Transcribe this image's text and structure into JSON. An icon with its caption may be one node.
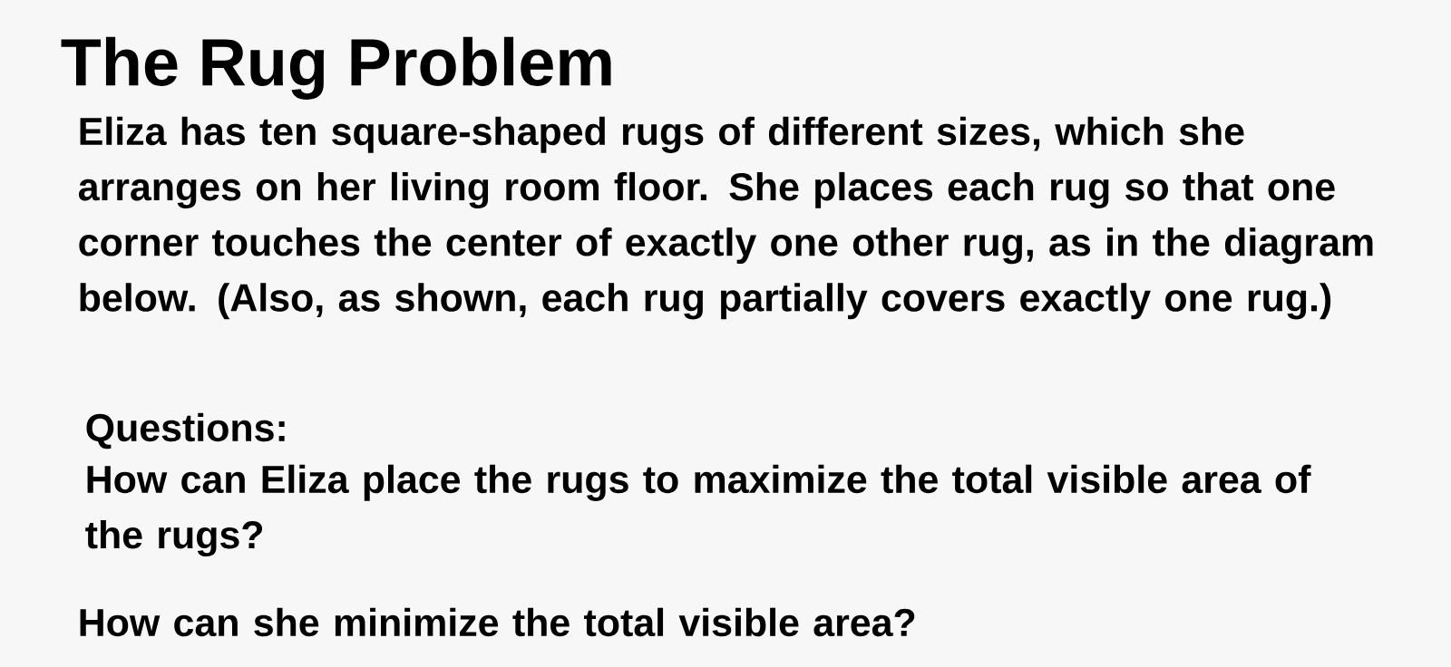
{
  "diagram": {
    "title": "The Rug Problem",
    "labels": [
      "Eliza has ten square-shaped rugs of different sizes, which she arranges on her living room floor.  She places each rug so that one corner touches the center of exactly one other rug, as in the diagram below.  (Also, as shown, each rug partially covers exactly one rug.)",
      "Questions:",
      "How can Eliza place the rugs to maximize the total visible area of the rugs?",
      "How can she minimize the total visible area?"
    ]
  }
}
